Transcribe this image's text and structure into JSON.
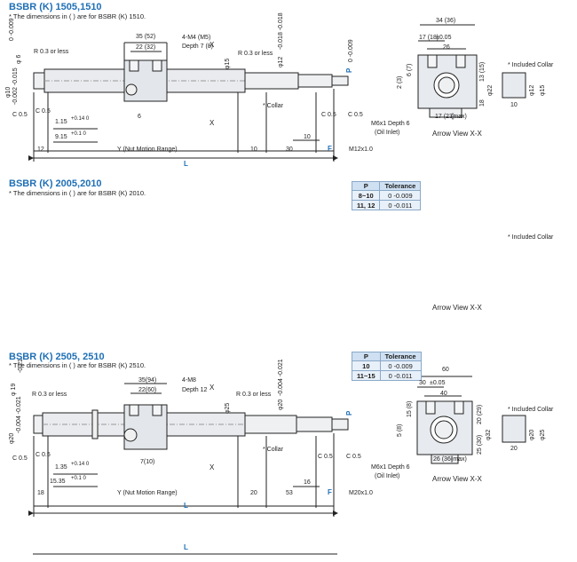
{
  "sections": [
    {
      "title": "BSBR (K) 1505,1510",
      "note": "* The dimensions in ( ) are for BSBR (K) 1510."
    },
    {
      "title": "BSBR (K) 2005,2010",
      "note": "* The dimensions in ( ) are for BSBR (K) 2010."
    },
    {
      "title": "BSBR (K) 2505, 2510",
      "note": "* The dimensions in ( ) are for BSBR (K) 2510."
    }
  ],
  "d1": {
    "r03_left": "R 0.3 or less",
    "r03_right": "R 0.3 or less",
    "phi6": "φ 6",
    "phi10": "φ10",
    "phi10_tol": "-0.002 -0.015",
    "tol_0_009": "0 -0.009",
    "dim_35": "35 (52)",
    "dim_22": "22 (32)",
    "tap": "4-M4 (M5)",
    "tap_depth": "Depth 7 (8)",
    "x_mark": "X",
    "phi15": "φ15",
    "phi12": "φ12",
    "phi12_tol": "-0.018 -0.018",
    "p_mark": "P",
    "p_tol": "0 -0.009",
    "c05_a": "C 0.5",
    "c05_b": "C 0.5",
    "c05_c": "C 0.5",
    "c05_d": "C 0.5",
    "dim_6": "6",
    "dim_115": "1.15",
    "dim_115_tol": "+0.14 0",
    "dim_915": "9.15",
    "dim_915_tol": "+0.1 0",
    "collar": "* Collar",
    "dim_10a": "10",
    "dim_12": "12",
    "nut_range": "Y (Nut Motion Range)",
    "dim_10b": "10",
    "dim_30": "30",
    "f_mark": "F",
    "thread": "M12x1.0",
    "l_mark": "L"
  },
  "v1": {
    "dim_34": "34 (36)",
    "dim_17": "17 (18)",
    "dim_17_tol": "±0.05",
    "dim_26": "26",
    "dim_2": "2 (3)",
    "dim_6": "6 (7)",
    "dim_13": "13 (15)",
    "dim_18": "18",
    "dim_22": "φ22",
    "dim_17b": "17 (23)",
    "max": "(max)",
    "oil_tap": "M6x1 Depth 6",
    "oil_inlet": "(Oil Inlet)",
    "arrow_view": "Arrow View X-X",
    "included_collar": "* Included Collar",
    "collar_d1": "φ12",
    "collar_d2": "φ15",
    "collar_w": "10"
  },
  "tol_table_1": {
    "headers": [
      "P",
      "Tolerance"
    ],
    "rows": [
      {
        "p": "8~10",
        "tol": "0 -0.009"
      },
      {
        "p": "11, 12",
        "tol": "0 -0.011"
      }
    ]
  },
  "placeholder2": {
    "included_collar": "* Included Collar",
    "arrow_view": "Arrow View X-X"
  },
  "tol_table_3": {
    "headers": [
      "P",
      "Tolerance"
    ],
    "rows": [
      {
        "p": "10",
        "tol": "0 -0.009"
      },
      {
        "p": "11~15",
        "tol": "0 -0.011"
      }
    ]
  },
  "d3": {
    "phi19": "φ 19",
    "phi19_tol": "-0.21",
    "phi20": "φ20",
    "phi20_tol": "-0.004 -0.021",
    "r03_left": "R 0.3 or less",
    "r03_right": "R 0.3 or less",
    "dim_35": "35(94)",
    "dim_22": "22(60)",
    "tap": "4-M8",
    "tap_depth": "Depth 12",
    "x_mark": "X",
    "phi25": "φ25",
    "phi20b": "φ20",
    "phi20b_tol": "-0.004 -0.021",
    "p_mark": "P",
    "c05_a": "C 0.5",
    "c05_b": "C 0.5",
    "c05_c": "C 0.5",
    "c05_d": "C 0.5",
    "dim_7": "7(10)",
    "dim_135": "1.35",
    "dim_135_tol": "+0.14 0",
    "dim_1535": "15.35",
    "dim_1535_tol": "+0.1 0",
    "collar": "* Collar",
    "dim_16": "16",
    "dim_18": "18",
    "nut_range": "Y (Nut Motion Range)",
    "dim_20": "20",
    "dim_53": "53",
    "f_mark": "F",
    "thread": "M20x1.0",
    "l_mark": "L",
    "l_mark2": "L"
  },
  "v3": {
    "dim_60": "60",
    "dim_30": "30",
    "dim_30_tol": "±0.05",
    "dim_40": "40",
    "dim_50": "5 (8)",
    "dim_15": "15 (8)",
    "dim_20": "20 (29)",
    "dim_25": "25 (30)",
    "dim_32": "φ32",
    "dim_26": "26 (36)",
    "max": "(max)",
    "oil_tap": "M6x1 Depth 6",
    "oil_inlet": "(Oil Inlet)",
    "arrow_view": "Arrow View X-X",
    "included_collar": "* Included Collar",
    "collar_d1": "φ20",
    "collar_d2": "φ25",
    "collar_w": "20"
  }
}
